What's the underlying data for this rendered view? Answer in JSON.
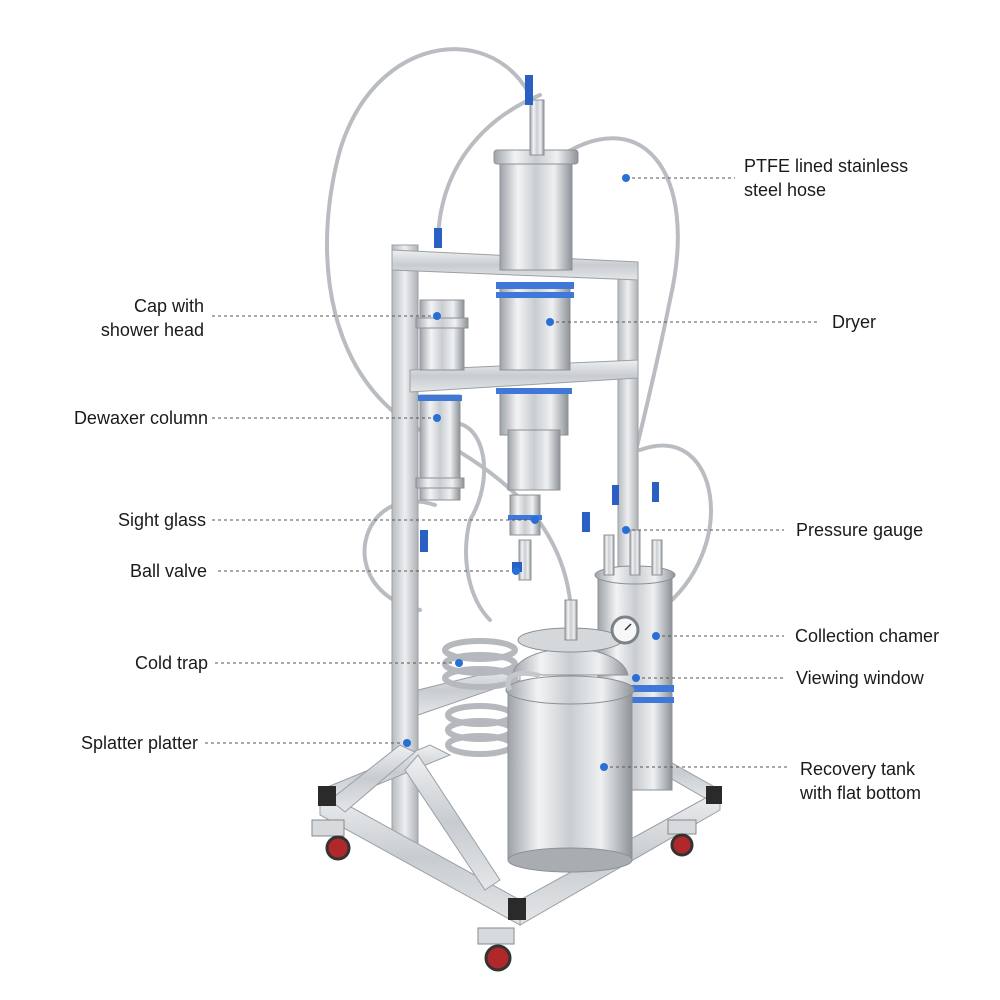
{
  "labels": {
    "ptfe_hose": [
      "PTFE lined stainless",
      "steel hose"
    ],
    "cap_shower": [
      "Cap with",
      "shower head"
    ],
    "dryer": [
      "Dryer"
    ],
    "dewaxer": [
      "Dewaxer column"
    ],
    "sight_glass": [
      "Sight glass"
    ],
    "pressure_gauge": [
      "Pressure gauge"
    ],
    "ball_valve": [
      "Ball valve"
    ],
    "collection_chamber": [
      "Collection chamer"
    ],
    "cold_trap": [
      "Cold trap"
    ],
    "viewing_window": [
      "Viewing window"
    ],
    "splatter_platter": [
      "Splatter platter"
    ],
    "recovery_tank": [
      "Recovery tank",
      "with flat bottom"
    ]
  },
  "colors": {
    "leader_line": "#555555",
    "marker": "#2a6fd6",
    "steel_light": "#e8eaec",
    "steel_mid": "#c4c8cc",
    "steel_dark": "#8c9196",
    "frame": "#d9dcdf",
    "valve_handle": "#2a5fc4",
    "band_blue": "#3f78d8",
    "caster": "#b0282a"
  }
}
